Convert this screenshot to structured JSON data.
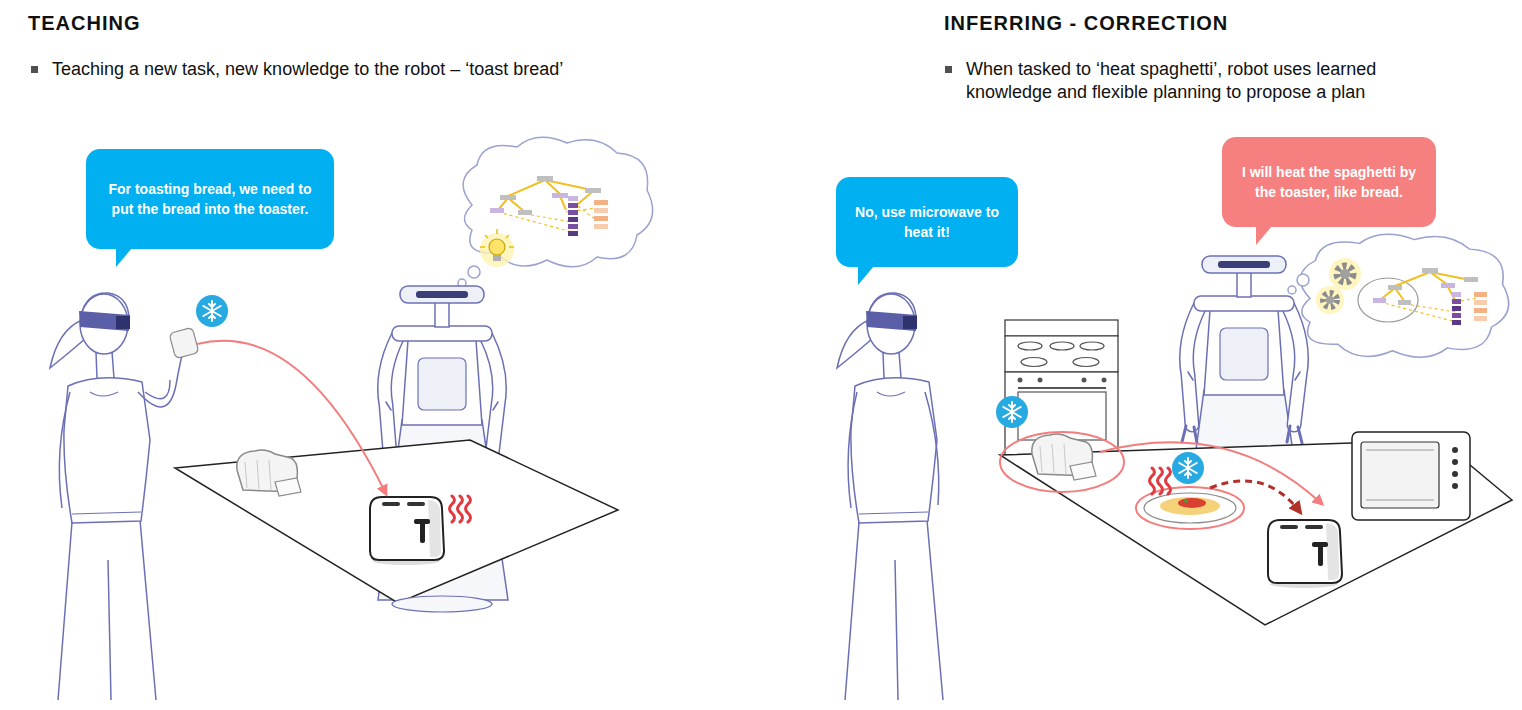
{
  "diagram": {
    "nodes": [
      {
        "text": [
          "For toasting bread, we need to put the bread into the toaster."
        ]
      },
      {
        "text": [
          "No, use microwave to heat it!"
        ]
      },
      {
        "text": [
          "I will heat the spaghetti by the toaster, like bread."
        ]
      }
    ],
    "labels": [
      "TEACHING",
      "Teaching a new task, new knowledge to the robot – ‘toast bread’",
      "INFERRING - CORRECTION",
      "When tasked to ‘heat spaghetti’, robot uses learned knowledge and flexible planning to propose a plan"
    ]
  }
}
